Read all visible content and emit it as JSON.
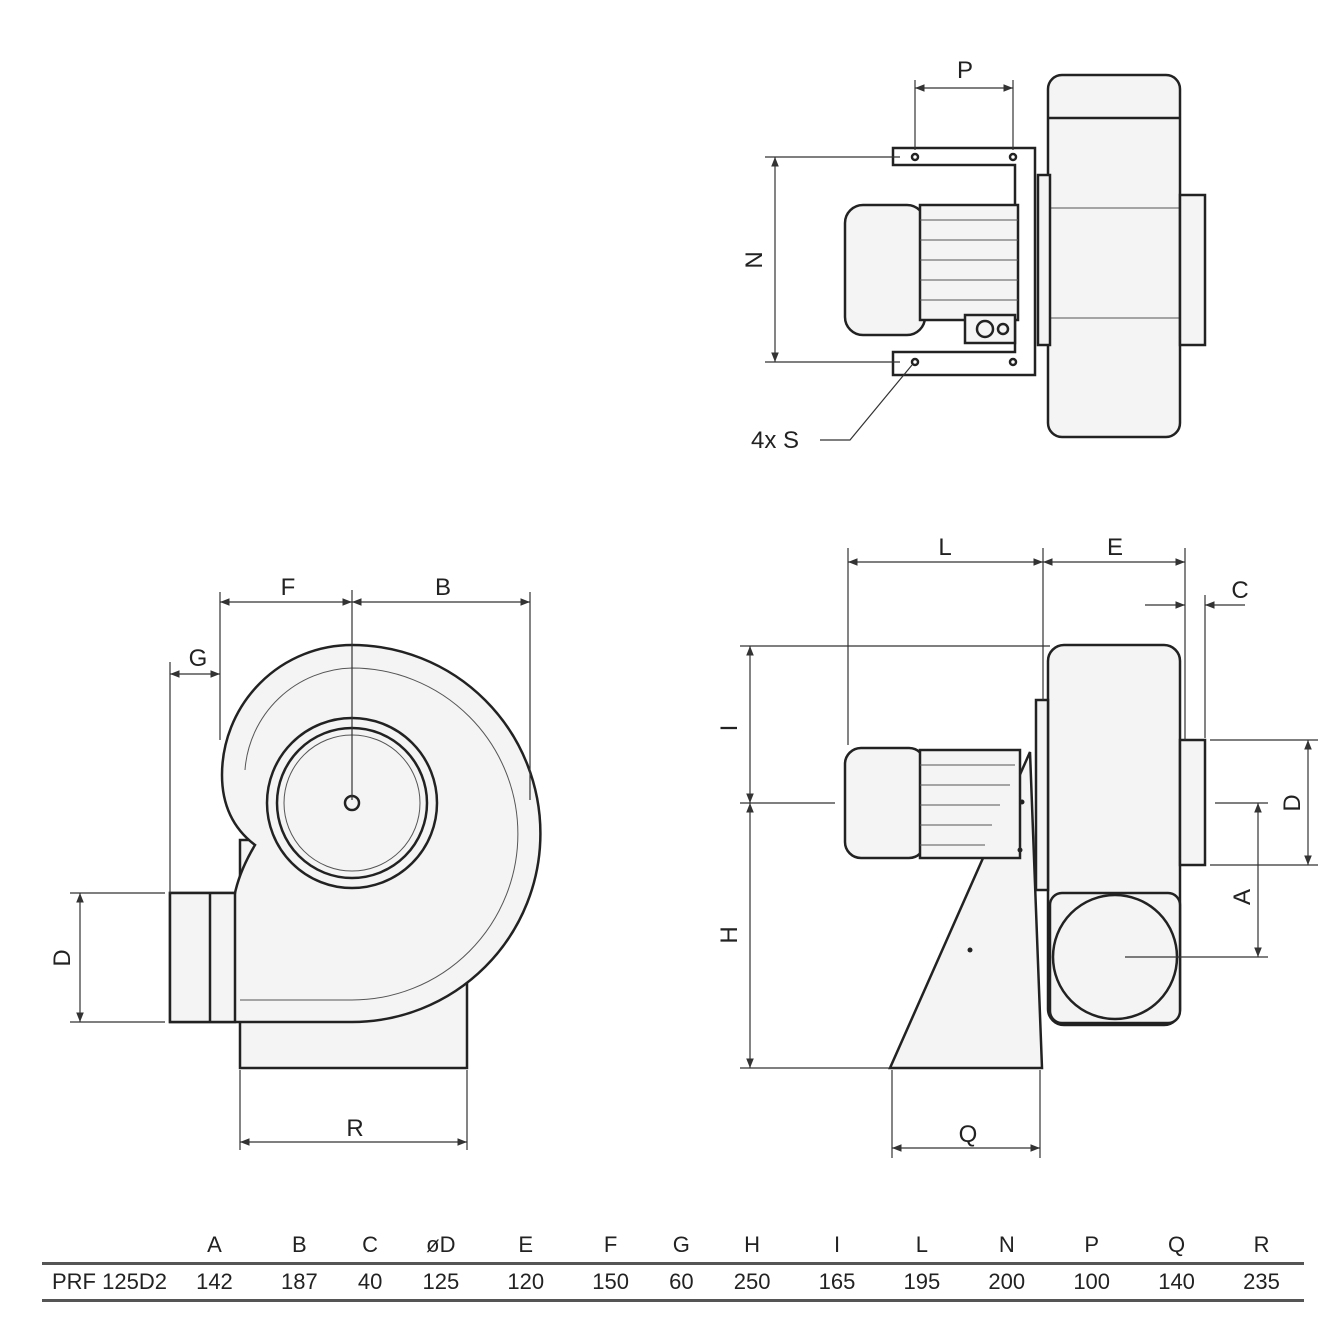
{
  "labels": {
    "P": "P",
    "N": "N",
    "S": "4x S",
    "F": "F",
    "B": "B",
    "G": "G",
    "D_front": "D",
    "R": "R",
    "L": "L",
    "E": "E",
    "C": "C",
    "I": "I",
    "H": "H",
    "D_side": "D",
    "A": "A",
    "Q": "Q"
  },
  "table": {
    "headers": [
      "",
      "A",
      "B",
      "C",
      "øD",
      "E",
      "F",
      "G",
      "H",
      "I",
      "L",
      "N",
      "P",
      "Q",
      "R"
    ],
    "rows": [
      [
        "PRF 125D2",
        "142",
        "187",
        "40",
        "125",
        "120",
        "150",
        "60",
        "250",
        "165",
        "195",
        "200",
        "100",
        "140",
        "235"
      ]
    ]
  }
}
